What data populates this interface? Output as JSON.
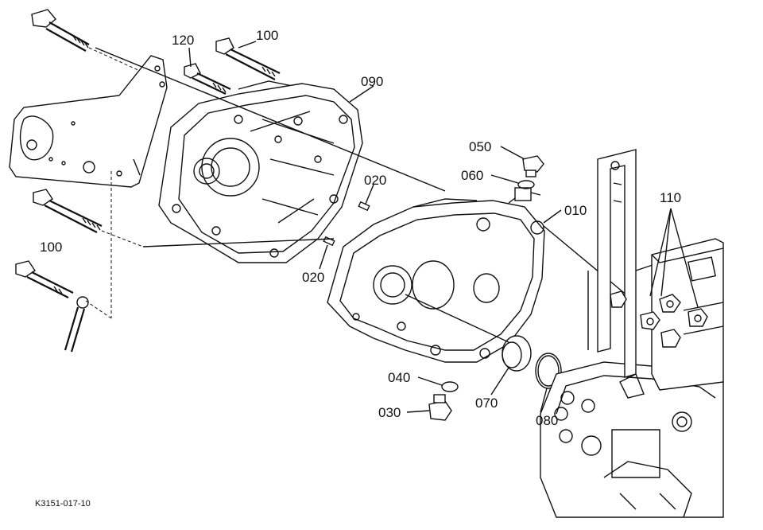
{
  "labels": {
    "p120": "120",
    "p100_top": "100",
    "p090": "090",
    "p050": "050",
    "p060": "060",
    "p010": "010",
    "p020_upper": "020",
    "p020_lower": "020",
    "p100_left": "100",
    "p110": "110",
    "p040": "040",
    "p030": "030",
    "p070": "070",
    "p080": "080"
  },
  "drawing_code": "K3151-017-10"
}
